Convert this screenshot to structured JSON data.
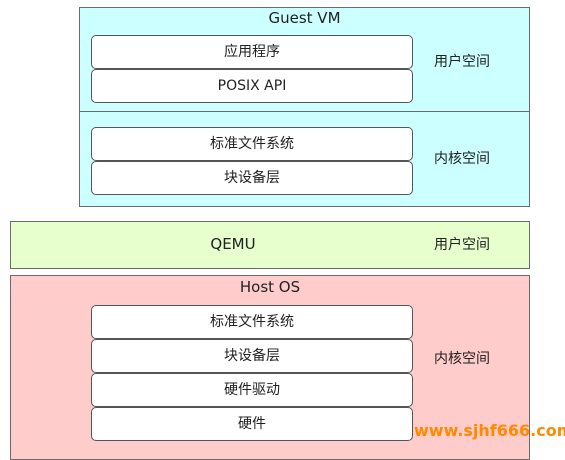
{
  "guest_vm": {
    "title": "Guest VM",
    "user_space": {
      "label": "用户空间",
      "layers": [
        "应用程序",
        "POSIX API"
      ]
    },
    "kernel_space": {
      "label": "内核空间",
      "layers": [
        "标准文件系统",
        "块设备层"
      ]
    }
  },
  "qemu": {
    "title": "QEMU",
    "label": "用户空间"
  },
  "host_os": {
    "title": "Host OS",
    "kernel_space": {
      "label": "内核空间",
      "layers": [
        "标准文件系统",
        "块设备层",
        "硬件驱动",
        "硬件"
      ]
    }
  },
  "watermark": "www.sjhf666.com",
  "colors": {
    "guest_bg": "#ccffff",
    "qemu_bg": "#e6ffcc",
    "host_bg": "#ffcccc",
    "watermark": "#ff8a00"
  }
}
